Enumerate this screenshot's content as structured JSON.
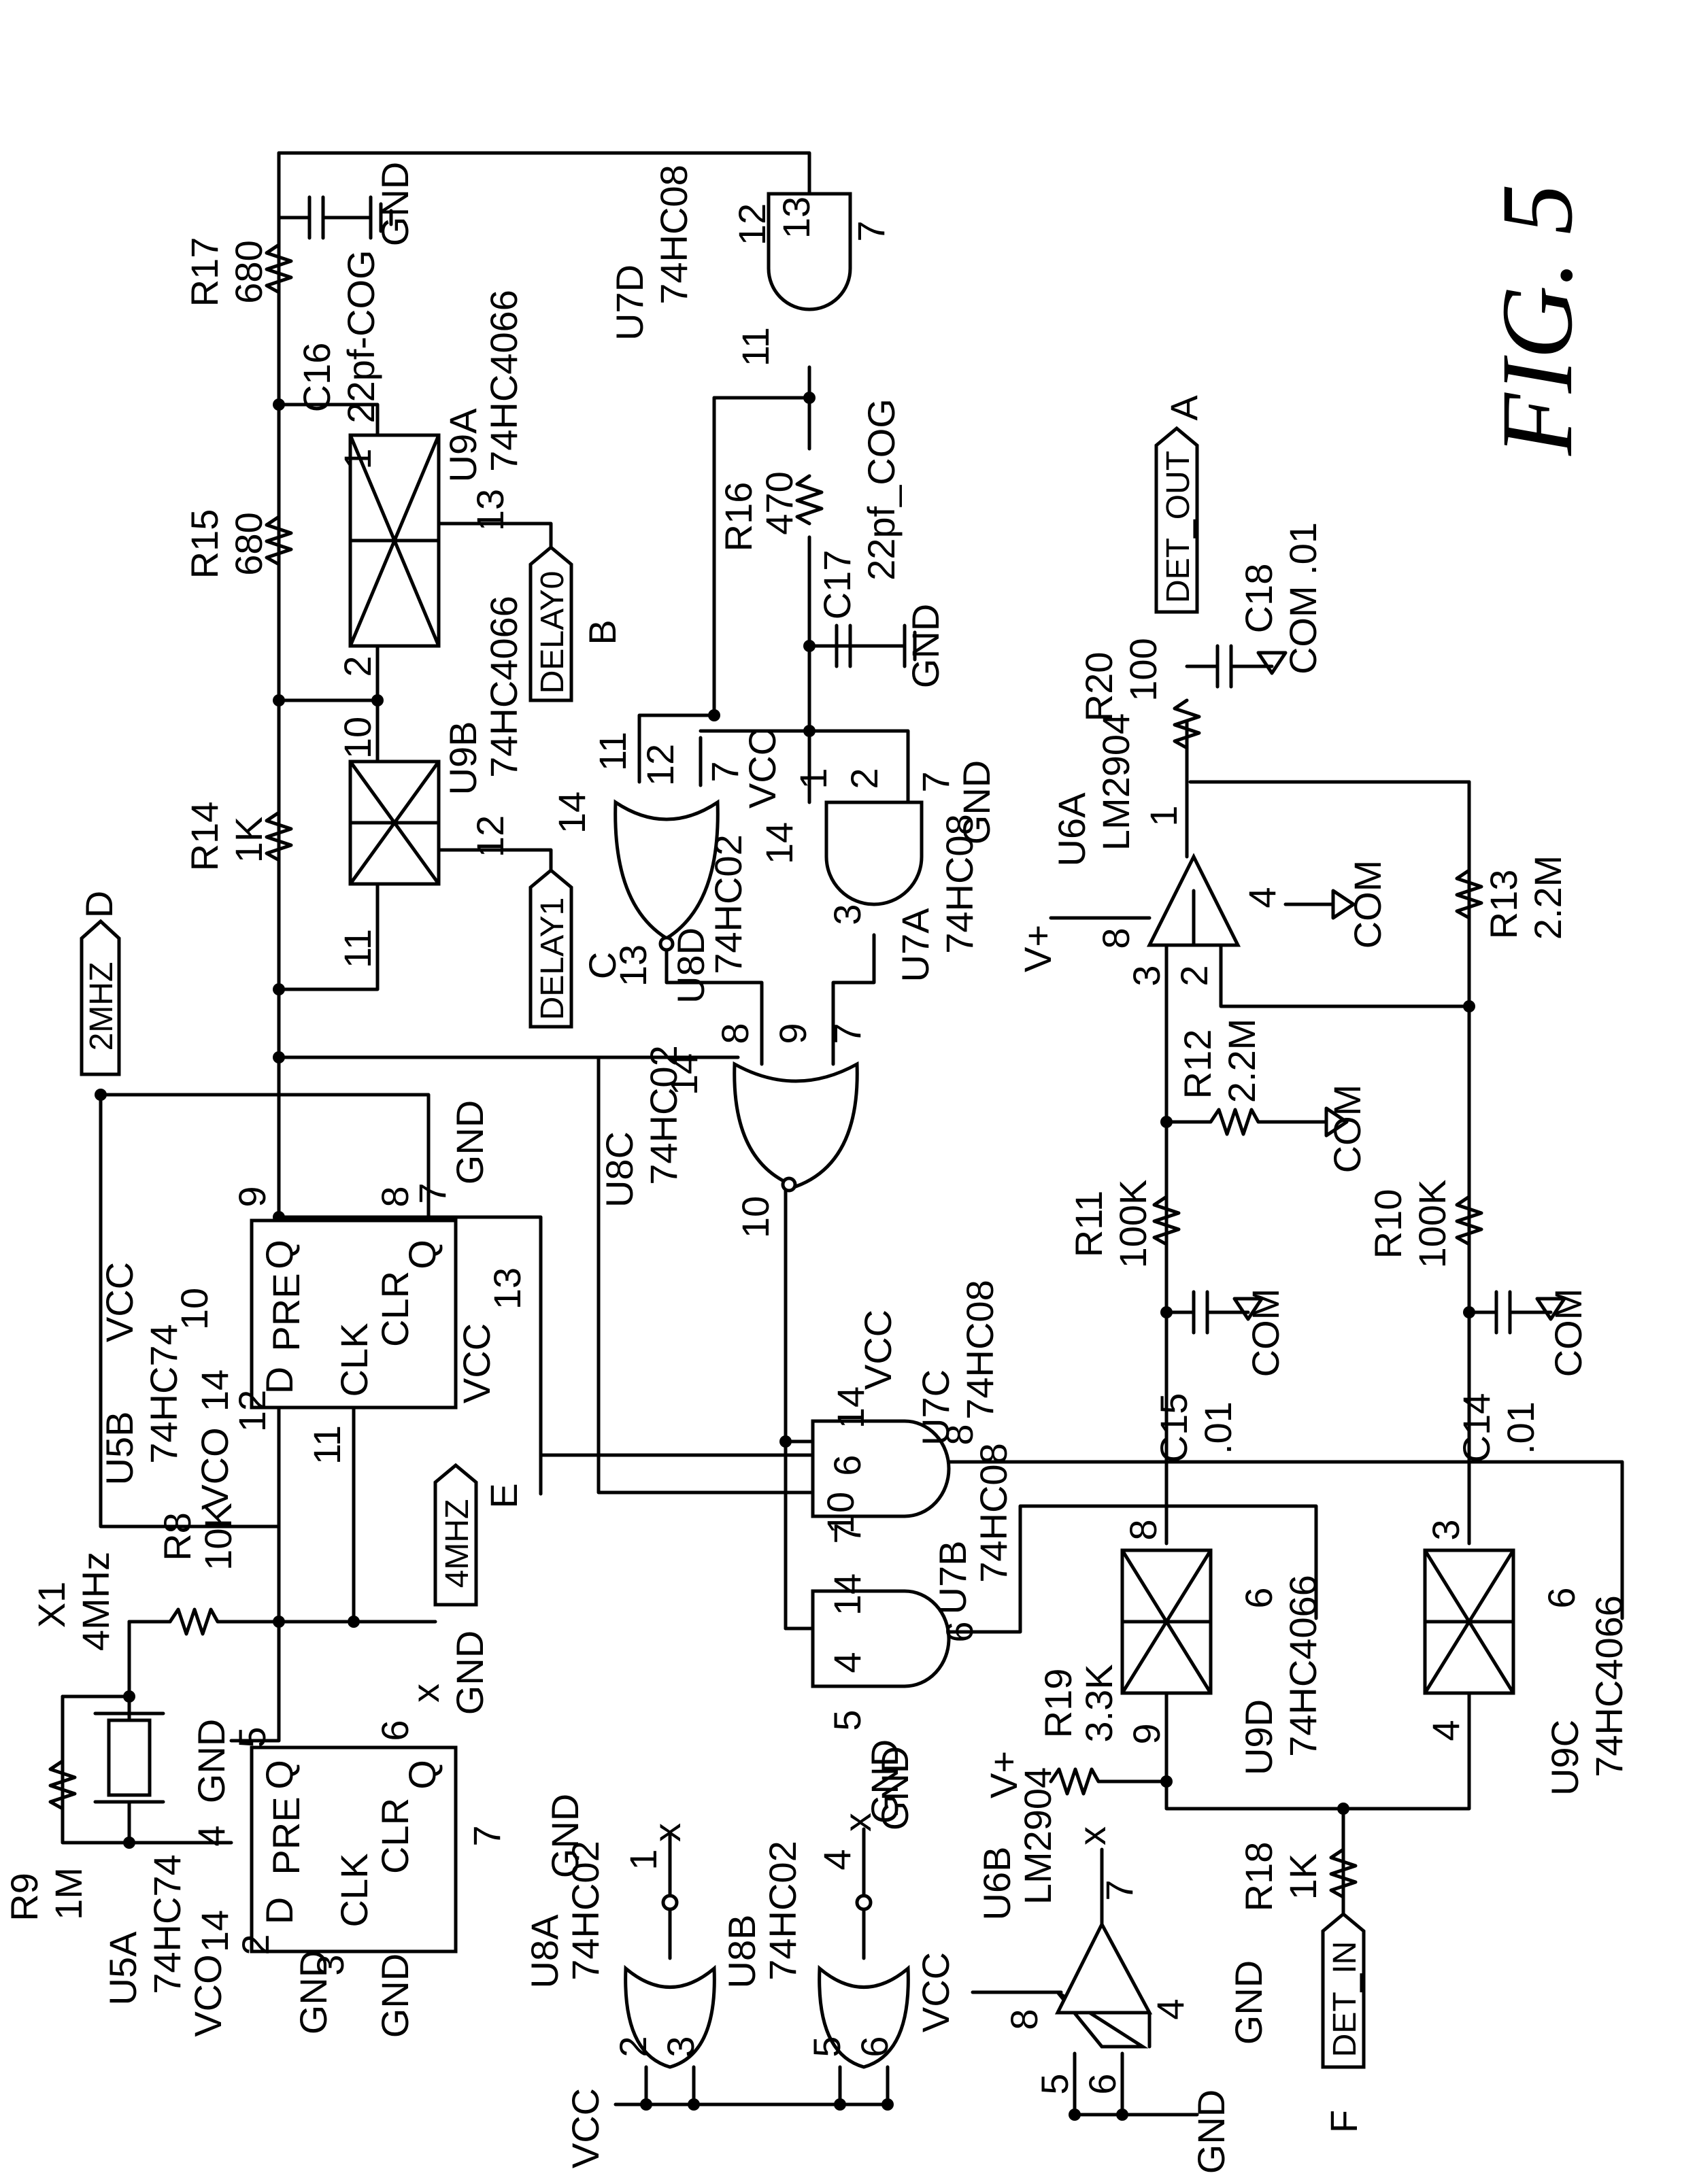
{
  "figure": {
    "title": "FIG. 5"
  },
  "components": {
    "R9": {
      "ref": "R9",
      "value": "1M"
    },
    "X1": {
      "ref": "X1",
      "value": "4MHz"
    },
    "R8": {
      "ref": "R8",
      "value": "10K"
    },
    "R14": {
      "ref": "R14",
      "value": "1K"
    },
    "R15": {
      "ref": "R15",
      "value": "680"
    },
    "R17": {
      "ref": "R17",
      "value": "680"
    },
    "C16": {
      "ref": "C16",
      "value": "22pf-COG"
    },
    "R16": {
      "ref": "R16",
      "value": "470"
    },
    "C17": {
      "ref": "C17",
      "value": "22pf_COG"
    },
    "R20": {
      "ref": "R20",
      "value": "100"
    },
    "C18": {
      "ref": "C18",
      "value": "COM .01"
    },
    "R13": {
      "ref": "R13",
      "value": "2.2M"
    },
    "R12": {
      "ref": "R12",
      "value": "2.2M"
    },
    "R11": {
      "ref": "R11",
      "value": "100K"
    },
    "R10": {
      "ref": "R10",
      "value": "100K"
    },
    "C15": {
      "ref": "C15",
      "value": ".01"
    },
    "C14": {
      "ref": "C14",
      "value": ".01"
    },
    "R19": {
      "ref": "R19",
      "value": "3.3K"
    },
    "R18": {
      "ref": "R18",
      "value": "1K"
    }
  },
  "chips": {
    "U5A": {
      "ref": "U5A",
      "part": "74HC74"
    },
    "U5B": {
      "ref": "U5B",
      "part": "74HC74"
    },
    "U9A": {
      "ref": "U9A",
      "part": "74HC4066"
    },
    "U9B": {
      "ref": "U9B",
      "part": "74HC4066"
    },
    "U9C": {
      "ref": "U9C",
      "part": "74HC4066"
    },
    "U9D": {
      "ref": "U9D",
      "part": "74HC4066"
    },
    "U7A": {
      "ref": "U7A",
      "part": "74HC08"
    },
    "U7B": {
      "ref": "U7B",
      "part": "74HC08"
    },
    "U7C": {
      "ref": "U7C",
      "part": "74HC08"
    },
    "U7D": {
      "ref": "U7D",
      "part": "74HC08"
    },
    "U8A": {
      "ref": "U8A",
      "part": "74HC02"
    },
    "U8B": {
      "ref": "U8B",
      "part": "74HC02"
    },
    "U8C": {
      "ref": "U8C",
      "part": "74HC02"
    },
    "U8D": {
      "ref": "U8D",
      "part": "74HC02"
    },
    "U6A": {
      "ref": "U6A",
      "part": "LM2904"
    },
    "U6B": {
      "ref": "U6B",
      "part": "LM2904"
    }
  },
  "ff_pins": {
    "d": "D",
    "clk": "CLK",
    "q": "Q",
    "qbar": "Q",
    "pre": "PRE",
    "clr": "CLR"
  },
  "nets": {
    "vcc": "VCC",
    "gnd": "GND",
    "com": "COM",
    "vplus": "V+",
    "vco": "VCO",
    "no_connect": "x"
  },
  "ports": {
    "det_out": {
      "label": "DET_OUT",
      "letter": "A"
    },
    "delay0": {
      "label": "DELAY0",
      "letter": "B"
    },
    "delay1": {
      "label": "DELAY1",
      "letter": "C"
    },
    "mhz2": {
      "label": "2MHZ",
      "letter": "D"
    },
    "mhz4": {
      "label": "4MHZ",
      "letter": "E"
    },
    "det_in": {
      "label": "DET_IN",
      "letter": "F"
    }
  },
  "pins": {
    "p1": "1",
    "p2": "2",
    "p3": "3",
    "p4": "4",
    "p5": "5",
    "p6": "6",
    "p7": "7",
    "p8": "8",
    "p9": "9",
    "p10": "10",
    "p11": "11",
    "p12": "12",
    "p13": "13",
    "p14": "14"
  }
}
